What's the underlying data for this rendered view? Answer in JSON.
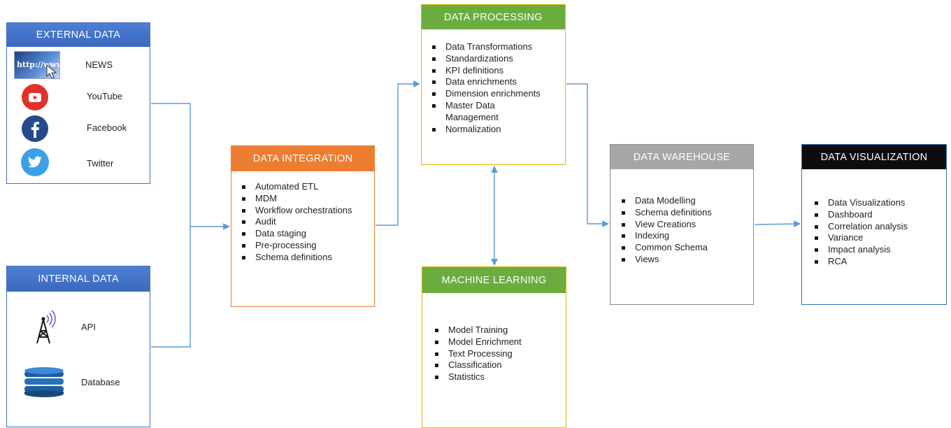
{
  "external": {
    "title": "EXTERNAL DATA",
    "sources": [
      {
        "label": "NEWS",
        "icon": "www-browser-icon",
        "icon_text": "http://www"
      },
      {
        "label": "YouTube",
        "icon": "youtube-icon"
      },
      {
        "label": "Facebook",
        "icon": "facebook-icon"
      },
      {
        "label": "Twitter",
        "icon": "twitter-icon"
      }
    ]
  },
  "internal": {
    "title": "INTERNAL DATA",
    "sources": [
      {
        "label": "API",
        "icon": "antenna-icon"
      },
      {
        "label": "Database",
        "icon": "database-icon"
      }
    ]
  },
  "integration": {
    "title": "DATA INTEGRATION",
    "items": [
      "Automated ETL",
      "MDM",
      "Workflow orchestrations",
      "Audit",
      "Data staging",
      "Pre-processing",
      "Schema definitions"
    ]
  },
  "processing": {
    "title": "DATA PROCESSING",
    "items": [
      "Data Transformations",
      "Standardizations",
      "KPI definitions",
      "Data enrichments",
      "Dimension enrichments",
      "Master Data Management",
      "Normalization"
    ]
  },
  "machine_learning": {
    "title": "MACHINE LEARNING",
    "items": [
      "Model Training",
      "Model Enrichment",
      "Text Processing",
      "Classification",
      "Statistics"
    ]
  },
  "warehouse": {
    "title": "DATA WAREHOUSE",
    "items": [
      "Data Modelling",
      "Schema definitions",
      "View Creations",
      "Indexing",
      "Common Schema",
      "Views"
    ]
  },
  "visualization": {
    "title": "DATA VISUALIZATION",
    "items": [
      "Data Visualizations",
      "Dashboard",
      "Correlation analysis",
      "Variance",
      "Impact analysis",
      "RCA"
    ]
  },
  "colors": {
    "external_header": "#3a68bd",
    "integration_header": "#ed7d31",
    "processing_header": "#6aac3e",
    "ml_header": "#6aac3e",
    "warehouse_header": "#a6a6a6",
    "visualization_header": "#0d0d0d",
    "connector": "#5b9bd5",
    "youtube": "#e0322d",
    "facebook": "#234a8c",
    "twitter": "#3aa1e8"
  }
}
